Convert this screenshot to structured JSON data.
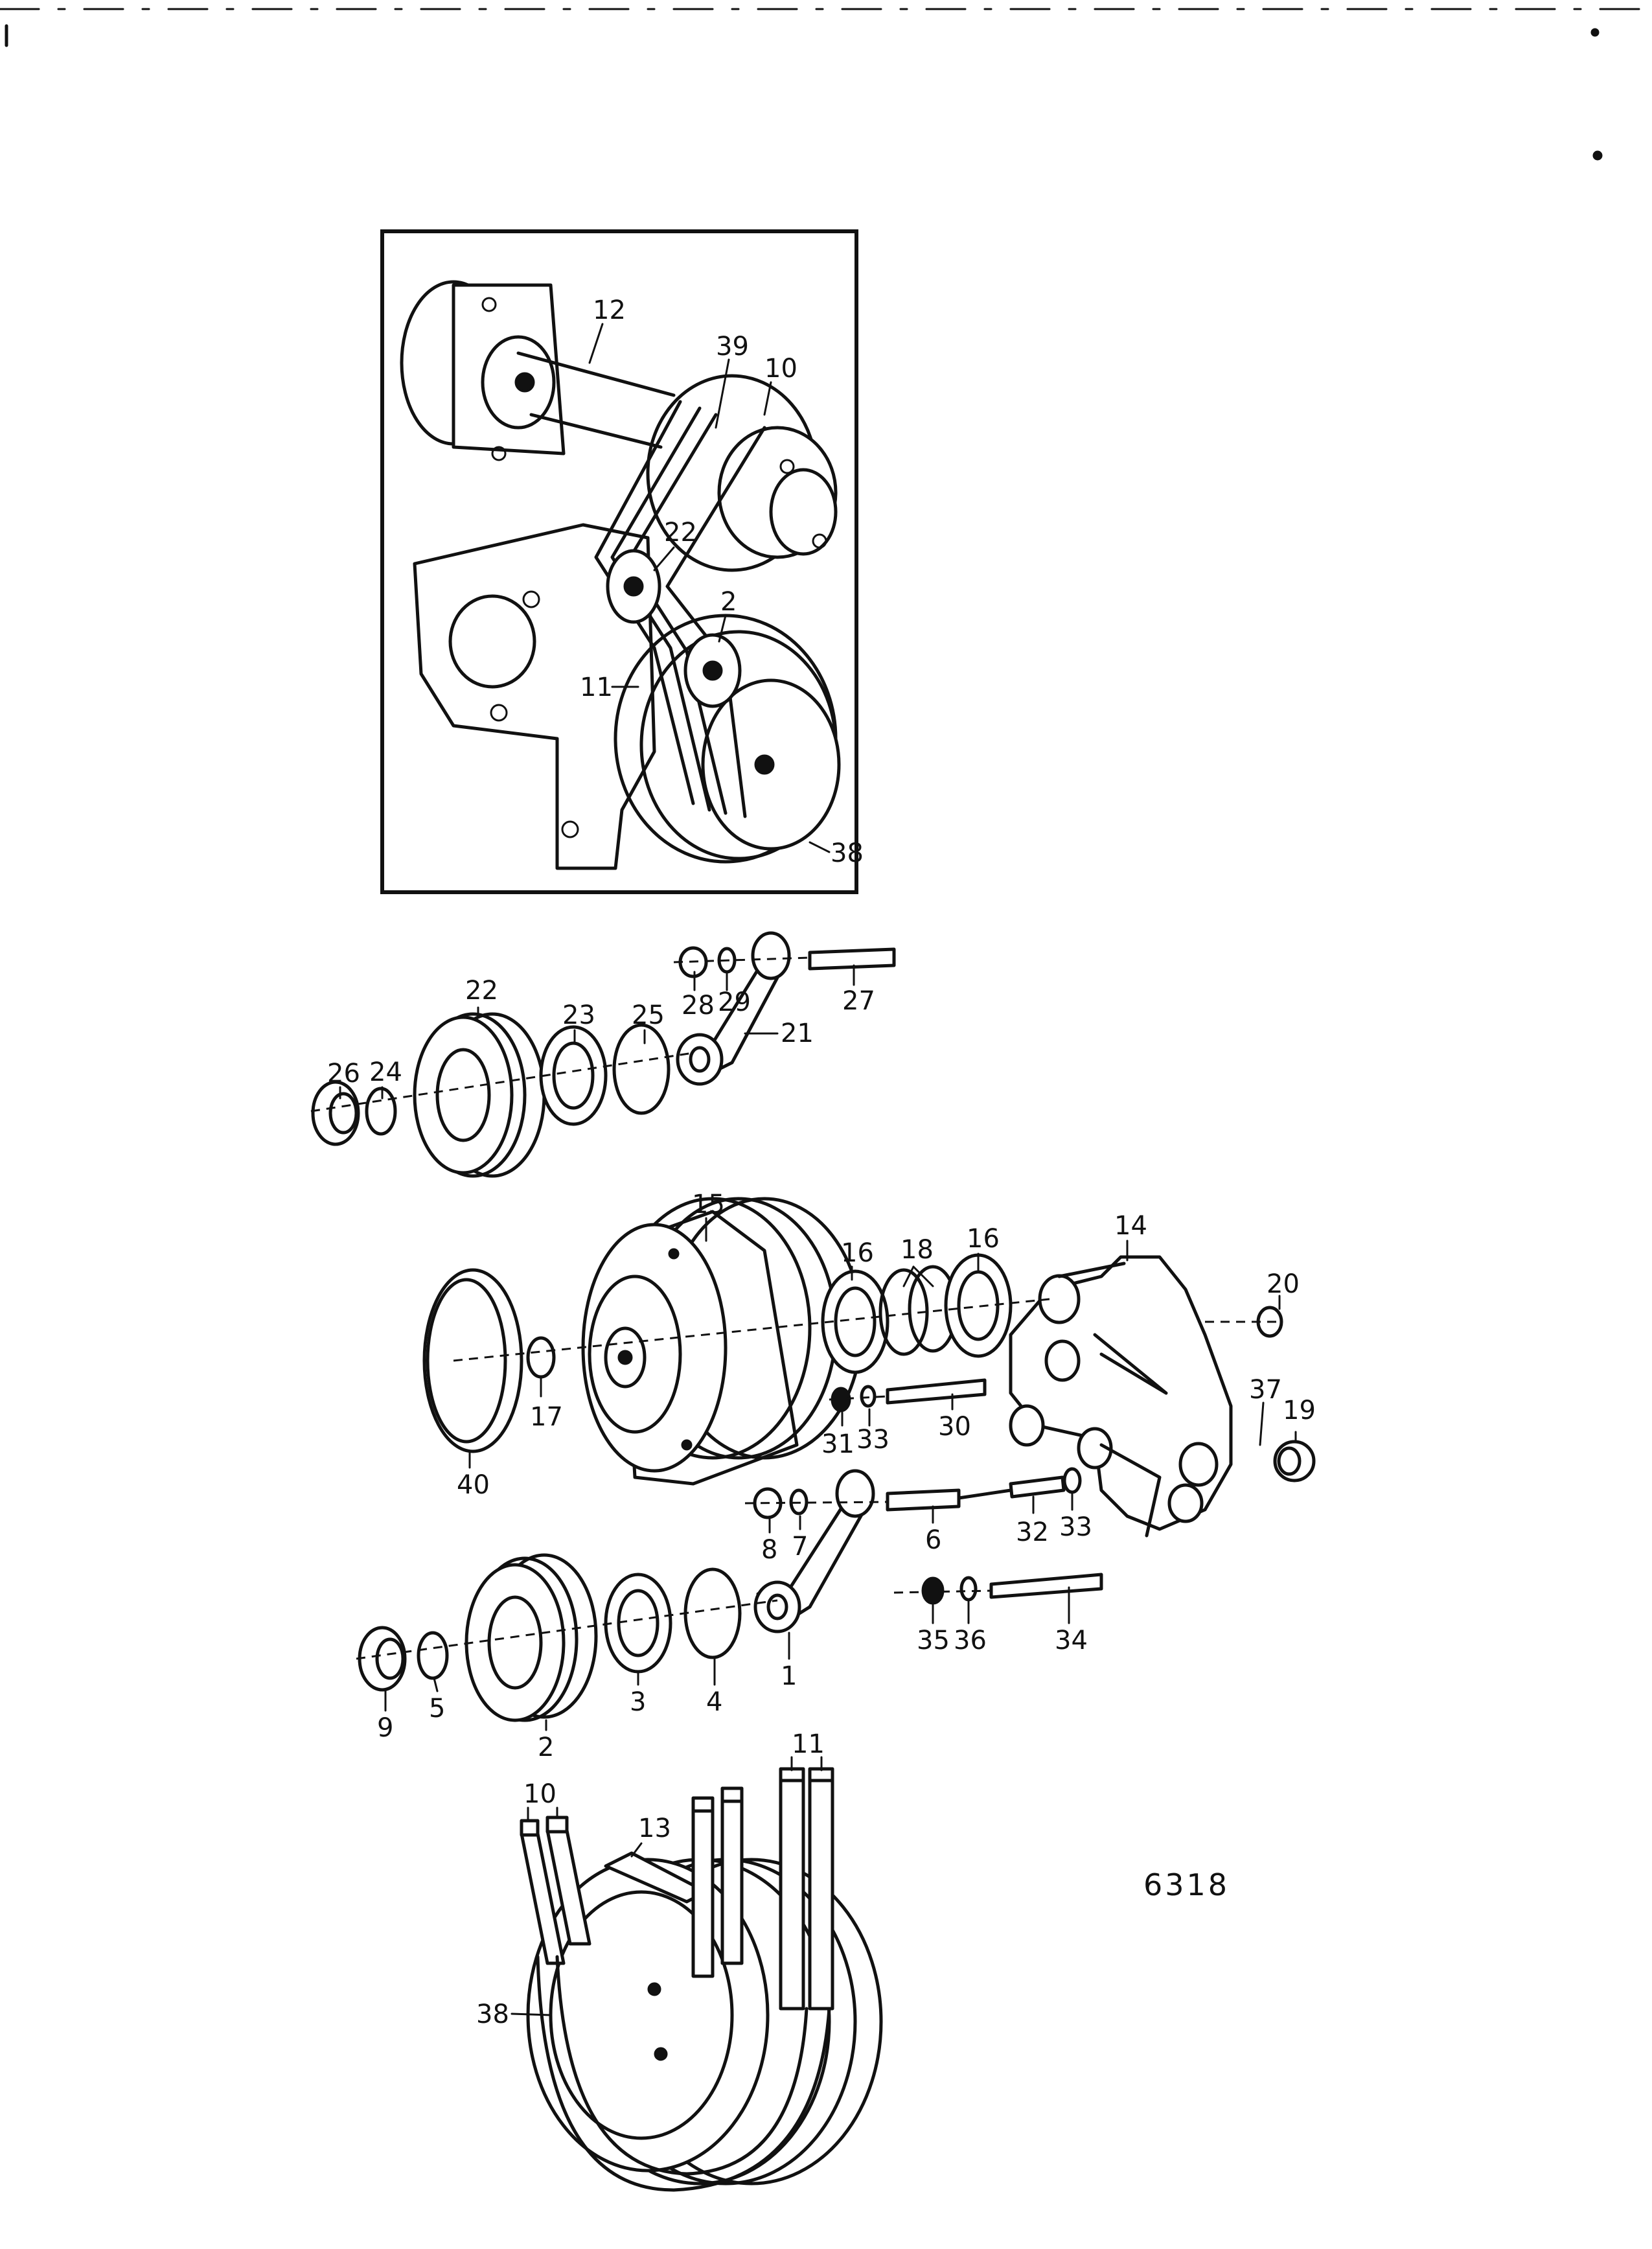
{
  "diagram": {
    "reference_number": "6318",
    "labels": {
      "inset": [
        "12",
        "39",
        "10",
        "22",
        "2",
        "11",
        "38"
      ],
      "upper_assembly": [
        "28",
        "29",
        "27",
        "22",
        "23",
        "25",
        "21",
        "26",
        "24"
      ],
      "middle_assembly": [
        "15",
        "16",
        "18",
        "16",
        "14",
        "20",
        "40",
        "17",
        "31",
        "33",
        "30",
        "37",
        "19"
      ],
      "lower_assembly": [
        "8",
        "7",
        "6",
        "32",
        "33",
        "35",
        "36",
        "34",
        "9",
        "5",
        "2",
        "3",
        "4",
        "1"
      ],
      "belts": [
        "11",
        "10",
        "13",
        "38"
      ]
    }
  }
}
